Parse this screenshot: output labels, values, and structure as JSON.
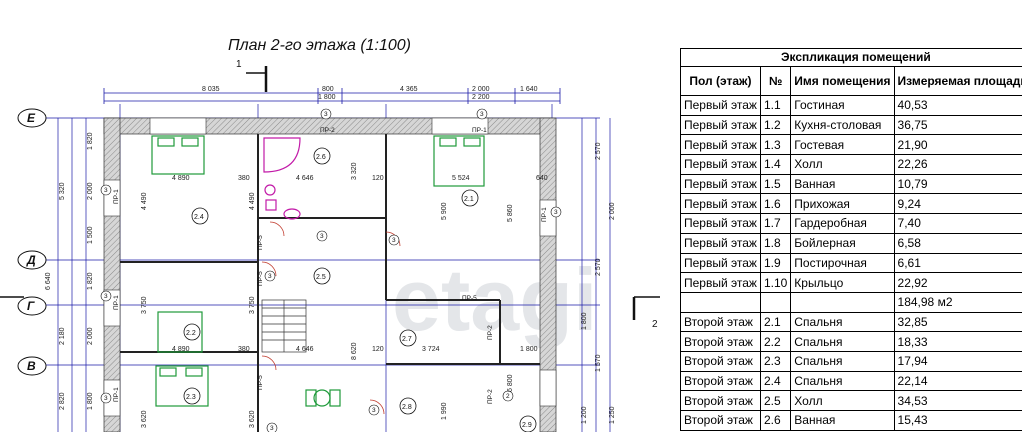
{
  "plan": {
    "title": "План 2-го этажа (1:100)",
    "axes": [
      "Е",
      "Д",
      "Г",
      "В"
    ],
    "section_marks": [
      "1",
      "2"
    ],
    "top_dims_row1": [
      "8 035",
      "800",
      "4 365",
      "2 000",
      "1 640"
    ],
    "top_dims_row2": [
      "1 800",
      "2 200"
    ],
    "inner_dims": [
      "4 890",
      "380",
      "4 646",
      "120",
      "5 524",
      "640",
      "4 890",
      "380",
      "4 646",
      "120",
      "3 724",
      "1 800"
    ],
    "left_dims": [
      "1 820",
      "5 320",
      "2 000",
      "1 500",
      "1 820",
      "6 640",
      "2 180",
      "2 000",
      "2 820",
      "1 800"
    ],
    "right_dims": [
      "2 570",
      "2 570",
      "1 570",
      "1 800",
      "1 200",
      "2 000",
      "1 250"
    ],
    "room_ids": [
      "2.4",
      "2.6",
      "2.1",
      "2.5",
      "2.2",
      "2.3",
      "2.7",
      "2.8",
      "2.9"
    ],
    "door_tags": [
      "ПР-2",
      "ПР-1",
      "ПР-1",
      "ПР-1",
      "ПР-1",
      "ПР-5",
      "ПР-5",
      "ПР-5",
      "ПР-2",
      "ПР-2",
      "ПР-5",
      "ПР-1"
    ],
    "window_circles": [
      "3",
      "3",
      "3",
      "3",
      "3",
      "3",
      "3",
      "3",
      "3",
      "2",
      "3",
      "3"
    ],
    "vertical_mid_dims": [
      "4 490",
      "4 490",
      "3 320",
      "5 900",
      "5 860",
      "3 750",
      "3 750",
      "3 620",
      "3 620",
      "8 620",
      "1 990",
      "6 800"
    ],
    "watermark": "etagi"
  },
  "explication": {
    "title": "Экспликация помещений",
    "headers": {
      "floor": "Пол (этаж)",
      "num": "№",
      "name": "Имя помещения",
      "area": "Измеряемая площадь"
    },
    "rows": [
      {
        "floor": "Первый этаж",
        "num": "1.1",
        "name": "Гостиная",
        "area": "40,53"
      },
      {
        "floor": "Первый этаж",
        "num": "1.2",
        "name": "Кухня-столовая",
        "area": "36,75"
      },
      {
        "floor": "Первый этаж",
        "num": "1.3",
        "name": "Гостевая",
        "area": "21,90"
      },
      {
        "floor": "Первый этаж",
        "num": "1.4",
        "name": "Холл",
        "area": "22,26"
      },
      {
        "floor": "Первый этаж",
        "num": "1.5",
        "name": "Ванная",
        "area": "10,79"
      },
      {
        "floor": "Первый этаж",
        "num": "1.6",
        "name": "Прихожая",
        "area": "9,24"
      },
      {
        "floor": "Первый этаж",
        "num": "1.7",
        "name": "Гардеробная",
        "area": "7,40"
      },
      {
        "floor": "Первый этаж",
        "num": "1.8",
        "name": "Бойлерная",
        "area": "6,58"
      },
      {
        "floor": "Первый этаж",
        "num": "1.9",
        "name": "Постирочная",
        "area": "6,61"
      },
      {
        "floor": "Первый этаж",
        "num": "1.10",
        "name": "Крыльцо",
        "area": "22,92"
      },
      {
        "floor": "",
        "num": "",
        "name": "",
        "area": "184,98 м2"
      },
      {
        "floor": "Второй этаж",
        "num": "2.1",
        "name": "Спальня",
        "area": "32,85"
      },
      {
        "floor": "Второй этаж",
        "num": "2.2",
        "name": "Спальня",
        "area": "18,33"
      },
      {
        "floor": "Второй этаж",
        "num": "2.3",
        "name": "Спальня",
        "area": "17,94"
      },
      {
        "floor": "Второй этаж",
        "num": "2.4",
        "name": "Спальня",
        "area": "22,14"
      },
      {
        "floor": "Второй этаж",
        "num": "2.5",
        "name": "Холл",
        "area": "34,53"
      },
      {
        "floor": "Второй этаж",
        "num": "2.6",
        "name": "Ванная",
        "area": "15,43"
      }
    ]
  },
  "colors": {
    "wall_hatch": "#b5b5b5",
    "grid_line": "#1a1aa8",
    "furniture_green": "#1e9a3a",
    "furniture_magenta": "#c21aa8",
    "door_red": "#c0392b"
  }
}
